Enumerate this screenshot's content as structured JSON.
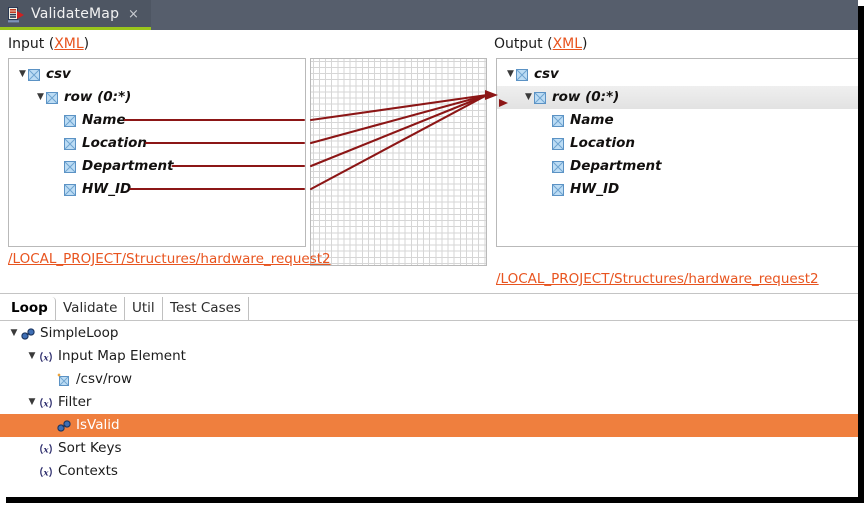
{
  "window": {
    "tab_title": "ValidateMap",
    "close_label": "×",
    "app_icon": "mapping-document-icon"
  },
  "input_panel": {
    "header_text": "Input",
    "header_format": "XML",
    "header_open": " (",
    "header_close": ")",
    "path": "/LOCAL_PROJECT/Structures/hardware_request2",
    "tree": [
      {
        "label": "csv",
        "depth": 0,
        "twisty": "▼",
        "icon": "element-checkbox-icon",
        "selected": false
      },
      {
        "label": "row (0:*)",
        "depth": 1,
        "twisty": "▼",
        "icon": "element-checkbox-icon",
        "selected": false
      },
      {
        "label": "Name",
        "depth": 2,
        "twisty": "",
        "icon": "element-checkbox-icon",
        "selected": false
      },
      {
        "label": "Location",
        "depth": 2,
        "twisty": "",
        "icon": "element-checkbox-icon",
        "selected": false
      },
      {
        "label": "Department",
        "depth": 2,
        "twisty": "",
        "icon": "element-checkbox-icon",
        "selected": false
      },
      {
        "label": "HW_ID",
        "depth": 2,
        "twisty": "",
        "icon": "element-checkbox-icon",
        "selected": false
      }
    ]
  },
  "output_panel": {
    "header_text": "Output",
    "header_format": "XML",
    "header_open": " (",
    "header_close": ")",
    "path": "/LOCAL_PROJECT/Structures/hardware_request2",
    "tree": [
      {
        "label": "csv",
        "depth": 0,
        "twisty": "▼",
        "icon": "element-checkbox-icon",
        "selected": false,
        "marker": false
      },
      {
        "label": "row (0:*)",
        "depth": 1,
        "twisty": "▼",
        "icon": "element-checkbox-icon",
        "selected": true,
        "marker": true
      },
      {
        "label": "Name",
        "depth": 2,
        "twisty": "",
        "icon": "element-checkbox-icon",
        "selected": false,
        "marker": false
      },
      {
        "label": "Location",
        "depth": 2,
        "twisty": "",
        "icon": "element-checkbox-icon",
        "selected": false,
        "marker": false
      },
      {
        "label": "Department",
        "depth": 2,
        "twisty": "",
        "icon": "element-checkbox-icon",
        "selected": false,
        "marker": false
      },
      {
        "label": "HW_ID",
        "depth": 2,
        "twisty": "",
        "icon": "element-checkbox-icon",
        "selected": false,
        "marker": false
      }
    ]
  },
  "mapping_canvas": {
    "name": "mapping-grid",
    "line_color": "#8c1616",
    "grid_color": "#c9c9c9",
    "connections": [
      {
        "from": "Name",
        "to": "row (0:*)"
      },
      {
        "from": "Location",
        "to": "row (0:*)"
      },
      {
        "from": "Department",
        "to": "row (0:*)"
      },
      {
        "from": "HW_ID",
        "to": "row (0:*)"
      }
    ]
  },
  "bottom": {
    "tabs": [
      {
        "label": "Loop",
        "active": true
      },
      {
        "label": "Validate",
        "active": false
      },
      {
        "label": "Util",
        "active": false
      },
      {
        "label": "Test Cases",
        "active": false
      }
    ],
    "tree": [
      {
        "label": "SimpleLoop",
        "depth": 0,
        "twisty": "▼",
        "icon": "chain-link-icon",
        "selected": false
      },
      {
        "label": "Input Map Element",
        "depth": 1,
        "twisty": "▼",
        "icon": "function-x-icon",
        "selected": false
      },
      {
        "label": "/csv/row",
        "depth": 2,
        "twisty": "",
        "icon": "map-element-icon",
        "selected": false
      },
      {
        "label": "Filter",
        "depth": 1,
        "twisty": "▼",
        "icon": "function-x-icon",
        "selected": false
      },
      {
        "label": "IsValid",
        "depth": 2,
        "twisty": "",
        "icon": "chain-link-icon",
        "selected": true
      },
      {
        "label": "Sort Keys",
        "depth": 1,
        "twisty": "",
        "icon": "function-x-icon",
        "selected": false
      },
      {
        "label": "Contexts",
        "depth": 1,
        "twisty": "",
        "icon": "function-x-icon",
        "selected": false
      }
    ]
  },
  "colors": {
    "titlebar": "#565e6c",
    "tab_underline_accent": "#9ac61c",
    "link_orange": "#e8541f",
    "selection_orange": "#ef7f3e",
    "map_line_dark_red": "#8c1616",
    "panel_border": "#b9b9b9"
  }
}
